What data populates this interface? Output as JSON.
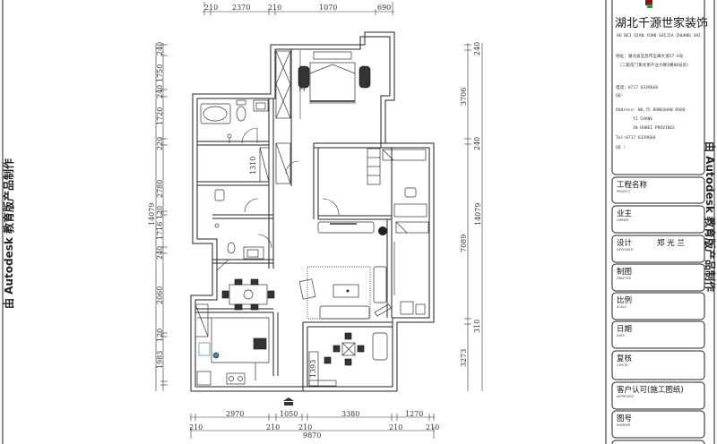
{
  "watermark": "由 Autodesk 教育版产品制作",
  "title_block": {
    "company": "湖北千源世家装饰",
    "company_pinyin": "HU BEI QIAN YUAN SHIJIA ZHUANG SHI",
    "address_cn_1": "地址：湖北省宜昌市五峰大道57-6号",
    "address_cn_2": "（二级花门莱太莱产业大楼1楼08号房）",
    "phone": "电话：0717 6339668",
    "fax": "QQ：",
    "address_en_1": "Address: NO.75 DONGSHAN ROAD",
    "address_en_2": "YI CHANG",
    "address_en_3": "IN HUBEI PROVINCE",
    "tel": "Tel:0717 6339668",
    "qq": "QQ :",
    "fields": [
      {
        "label": "工程名称",
        "sub": "PROJECT",
        "value": ""
      },
      {
        "label": "业主",
        "sub": "OWNER",
        "value": ""
      },
      {
        "label": "设计",
        "sub": "DESIGNER",
        "value": "郑 光 兰"
      },
      {
        "label": "制图",
        "sub": "DRAFTER",
        "value": ""
      },
      {
        "label": "比例",
        "sub": "SCALE",
        "value": ""
      },
      {
        "label": "日期",
        "sub": "DATE",
        "value": ""
      },
      {
        "label": "复核",
        "sub": "CHECK",
        "value": ""
      },
      {
        "label": "客户认可(施工图纸)",
        "sub": "APPROVED",
        "value": ""
      },
      {
        "label": "图号",
        "sub": "NUMBER",
        "value": ""
      }
    ]
  },
  "dimensions": {
    "top": [
      "210",
      "2370",
      "210",
      "1070",
      "690"
    ],
    "bottom_row1": [
      "2970",
      "1050",
      "3380",
      "1270"
    ],
    "bottom_row2": [
      "210",
      "210",
      "210",
      "210",
      "210"
    ],
    "bottom_total": "9870",
    "left": [
      "240",
      "1750",
      "240",
      "1720",
      "220",
      "2780",
      "120",
      "1716",
      "240",
      "2060",
      "120",
      "1983"
    ],
    "left_total": "14079",
    "right": [
      "240",
      "3706",
      "240",
      "7089",
      "310",
      "3273"
    ],
    "right_total": "14079",
    "interior": [
      "2780",
      "1310",
      "1393"
    ]
  }
}
